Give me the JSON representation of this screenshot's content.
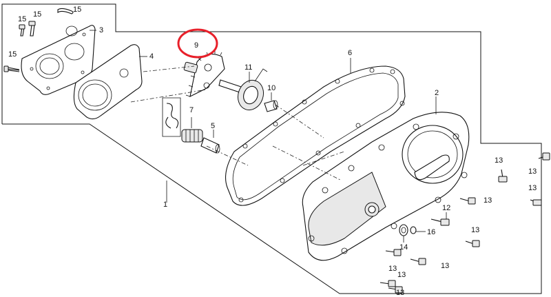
{
  "diagram": {
    "part_labels": {
      "p1": "1",
      "p2": "2",
      "p3": "3",
      "p4": "4",
      "p5": "5",
      "p6": "6",
      "p7": "7",
      "p9": "9",
      "p10": "10",
      "p11": "11",
      "p12": "12",
      "p14": "14",
      "p16": "16",
      "p13a": "13",
      "p13b": "13",
      "p13c": "13",
      "p13d": "13",
      "p13e": "13",
      "p13f": "13",
      "p13g": "13",
      "p13h": "13",
      "p13i": "13",
      "p15a": "15",
      "p15b": "15",
      "p15c": "15",
      "p15d": "15"
    },
    "highlight_color": "#e8202a",
    "line_color": "#111111"
  }
}
